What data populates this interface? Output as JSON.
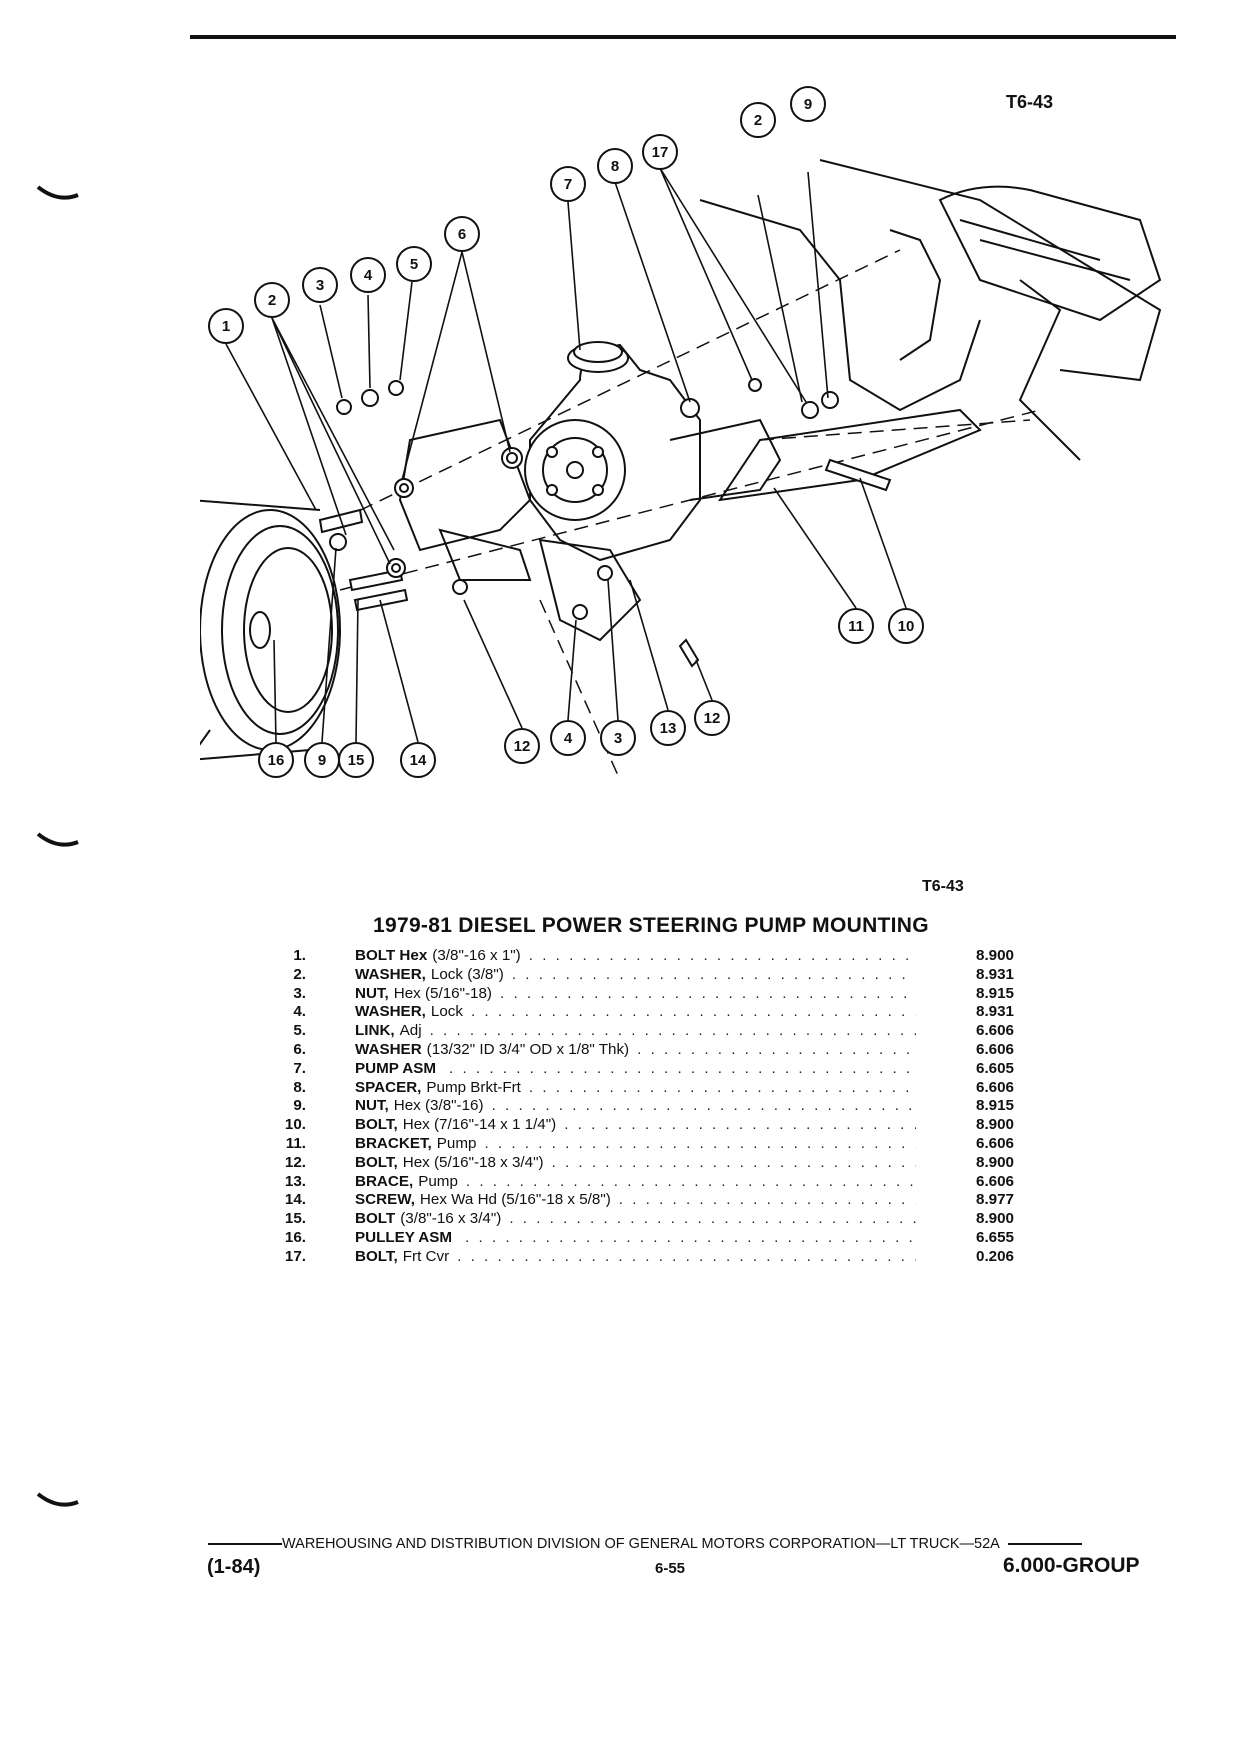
{
  "figure_code_top": "T6-43",
  "figure_code_bottom": "T6-43",
  "title": "1979-81 DIESEL POWER STEERING PUMP MOUNTING",
  "parts": [
    {
      "num": "1.",
      "name": "BOLT Hex",
      "detail": "(3/8\"-16 x 1\")",
      "group": "8.900"
    },
    {
      "num": "2.",
      "name": "WASHER,",
      "detail": "Lock (3/8\")",
      "group": "8.931"
    },
    {
      "num": "3.",
      "name": "NUT,",
      "detail": "Hex (5/16\"-18)",
      "group": "8.915"
    },
    {
      "num": "4.",
      "name": "WASHER,",
      "detail": "Lock",
      "group": "8.931"
    },
    {
      "num": "5.",
      "name": "LINK,",
      "detail": "Adj",
      "group": "6.606"
    },
    {
      "num": "6.",
      "name": "WASHER",
      "detail": "(13/32\" ID 3/4\" OD x 1/8\" Thk)",
      "group": "6.606"
    },
    {
      "num": "7.",
      "name": "PUMP ASM",
      "detail": "",
      "group": "6.605"
    },
    {
      "num": "8.",
      "name": "SPACER,",
      "detail": "Pump Brkt-Frt",
      "group": "6.606"
    },
    {
      "num": "9.",
      "name": "NUT,",
      "detail": "Hex (3/8\"-16)",
      "group": "8.915"
    },
    {
      "num": "10.",
      "name": "BOLT,",
      "detail": "Hex (7/16\"-14 x 1 1/4\")",
      "group": "8.900"
    },
    {
      "num": "11.",
      "name": "BRACKET,",
      "detail": "Pump",
      "group": "6.606"
    },
    {
      "num": "12.",
      "name": "BOLT,",
      "detail": "Hex (5/16\"-18 x 3/4\")",
      "group": "8.900"
    },
    {
      "num": "13.",
      "name": "BRACE,",
      "detail": "Pump",
      "group": "6.606"
    },
    {
      "num": "14.",
      "name": "SCREW,",
      "detail": "Hex Wa Hd (5/16\"-18 x 5/8\")",
      "group": "8.977"
    },
    {
      "num": "15.",
      "name": "BOLT",
      "detail": "(3/8\"-16 x 3/4\")",
      "group": "8.900"
    },
    {
      "num": "16.",
      "name": "PULLEY ASM",
      "detail": "",
      "group": "6.655"
    },
    {
      "num": "17.",
      "name": "BOLT,",
      "detail": "Frt Cvr",
      "group": "0.206"
    }
  ],
  "callouts": [
    "1",
    "2",
    "3",
    "4",
    "5",
    "6",
    "7",
    "8",
    "9",
    "10",
    "11",
    "12",
    "13",
    "14",
    "15",
    "16",
    "17"
  ],
  "footer": {
    "division_line": "WAREHOUSING AND DISTRIBUTION  DIVISION OF GENERAL MOTORS CORPORATION—LT TRUCK—52A",
    "date_code": "(1-84)",
    "page": "6-55",
    "group": "6.000-GROUP"
  }
}
